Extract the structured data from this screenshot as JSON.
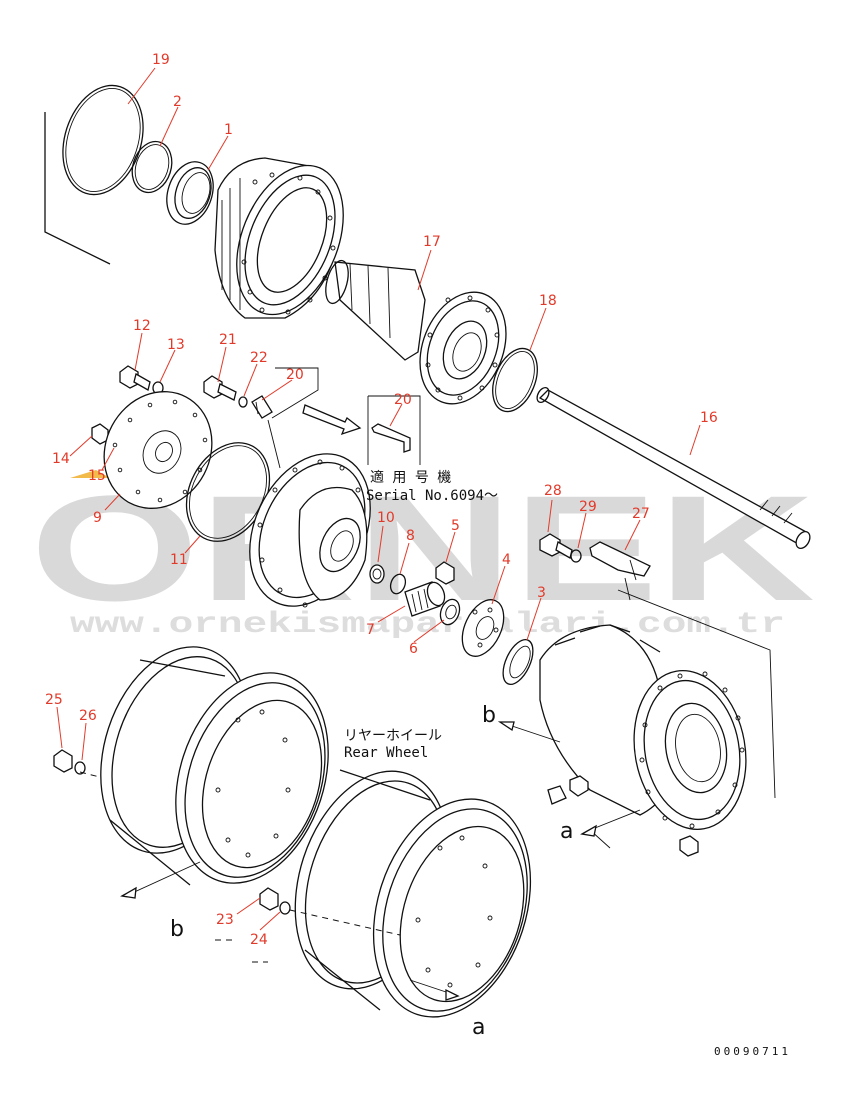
{
  "watermark": {
    "brand": "ORNEK",
    "url": "www.ornekismaparcalari.com.tr"
  },
  "notes": {
    "applicable_jp": "適 用 号 機",
    "serial": "Serial No.6094～",
    "rear_wheel_jp": "リヤーホイール",
    "rear_wheel_en": "Rear Wheel"
  },
  "letters": {
    "a_top": "a",
    "b_top": "b",
    "b_bottom": "b",
    "a_bottom": "a"
  },
  "callouts": {
    "c19": "19",
    "c2": "2",
    "c1": "1",
    "c17": "17",
    "c18": "18",
    "c16": "16",
    "c12": "12",
    "c13": "13",
    "c21": "21",
    "c22": "22",
    "c20a": "20",
    "c20b": "20",
    "c14": "14",
    "c15": "15",
    "c9": "9",
    "c11": "11",
    "c10": "10",
    "c8": "8",
    "c5": "5",
    "c4": "4",
    "c7": "7",
    "c6": "6",
    "c3": "3",
    "c28": "28",
    "c29": "29",
    "c27": "27",
    "c25": "25",
    "c26": "26",
    "c23": "23",
    "c24": "24"
  },
  "doc_number": "00090711",
  "colors": {
    "callout": "#e23a2a",
    "line": "#111111",
    "watermark": "#d9d9d9",
    "watermark_accent": "#f2b94b"
  }
}
